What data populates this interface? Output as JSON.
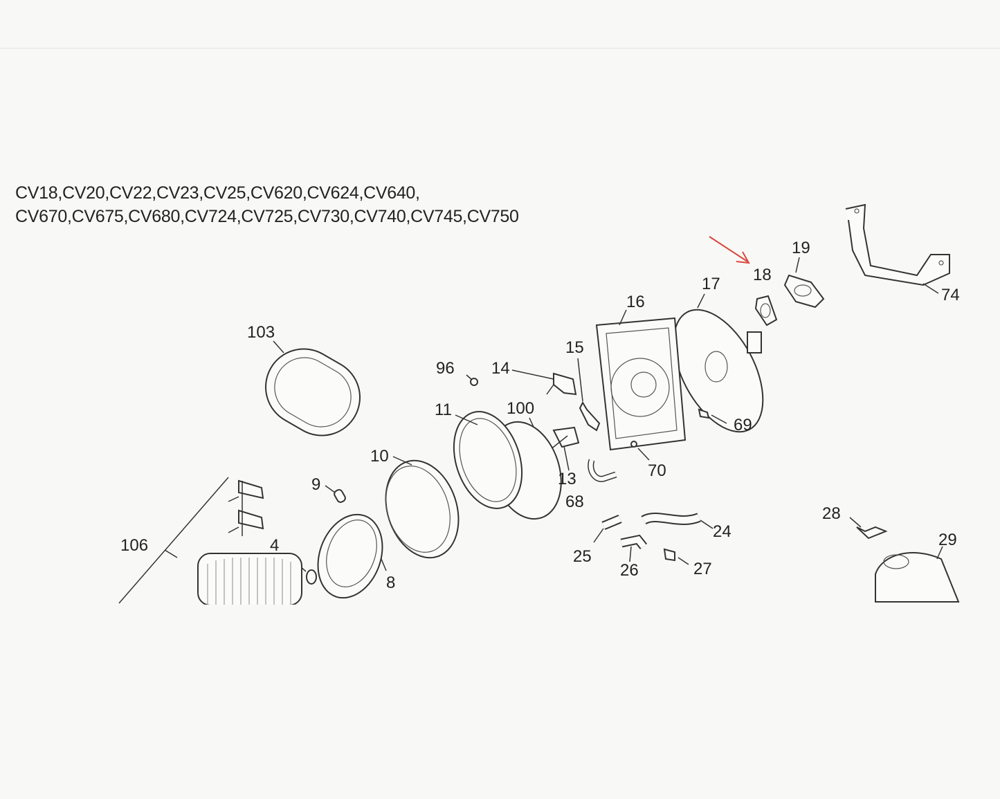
{
  "models": {
    "line1": "CV18,CV20,CV22,CV23,CV25,CV620,CV624,CV640,",
    "line2": "CV670,CV675,CV680,CV724,CV725,CV730,CV740,CV745,CV750"
  },
  "callouts": {
    "c103": "103",
    "c96": "96",
    "c14": "14",
    "c15": "15",
    "c16": "16",
    "c17": "17",
    "c18": "18",
    "c19": "19",
    "c74": "74",
    "c11": "11",
    "c100": "100",
    "c69": "69",
    "c10": "10",
    "c13": "13",
    "c70": "70",
    "c68": "68",
    "c9": "9",
    "c106": "106",
    "c4": "4",
    "c8": "8",
    "c25": "25",
    "c24": "24",
    "c26": "26",
    "c27": "27",
    "c28": "28",
    "c29": "29"
  },
  "colors": {
    "highlight_arrow": "#d9473f",
    "ink": "#222222",
    "paper": "#f8f8f6"
  }
}
